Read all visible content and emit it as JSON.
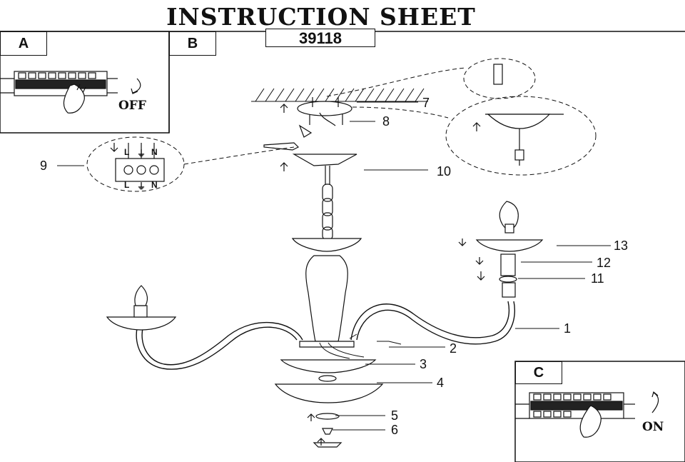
{
  "header": {
    "title": "INSTRUCTION SHEET",
    "model": "39118"
  },
  "panels": {
    "a": {
      "label": "A",
      "switch_text": "OFF"
    },
    "b": {
      "label": "B"
    },
    "c": {
      "label": "C",
      "switch_text": "ON"
    }
  },
  "terminal": {
    "labels_top": [
      "L",
      "⏚",
      "N"
    ],
    "labels_bottom": [
      "L",
      "⏚",
      "N"
    ]
  },
  "callouts": [
    "1",
    "2",
    "3",
    "4",
    "5",
    "6",
    "7",
    "8",
    "9",
    "10",
    "11",
    "12",
    "13"
  ]
}
